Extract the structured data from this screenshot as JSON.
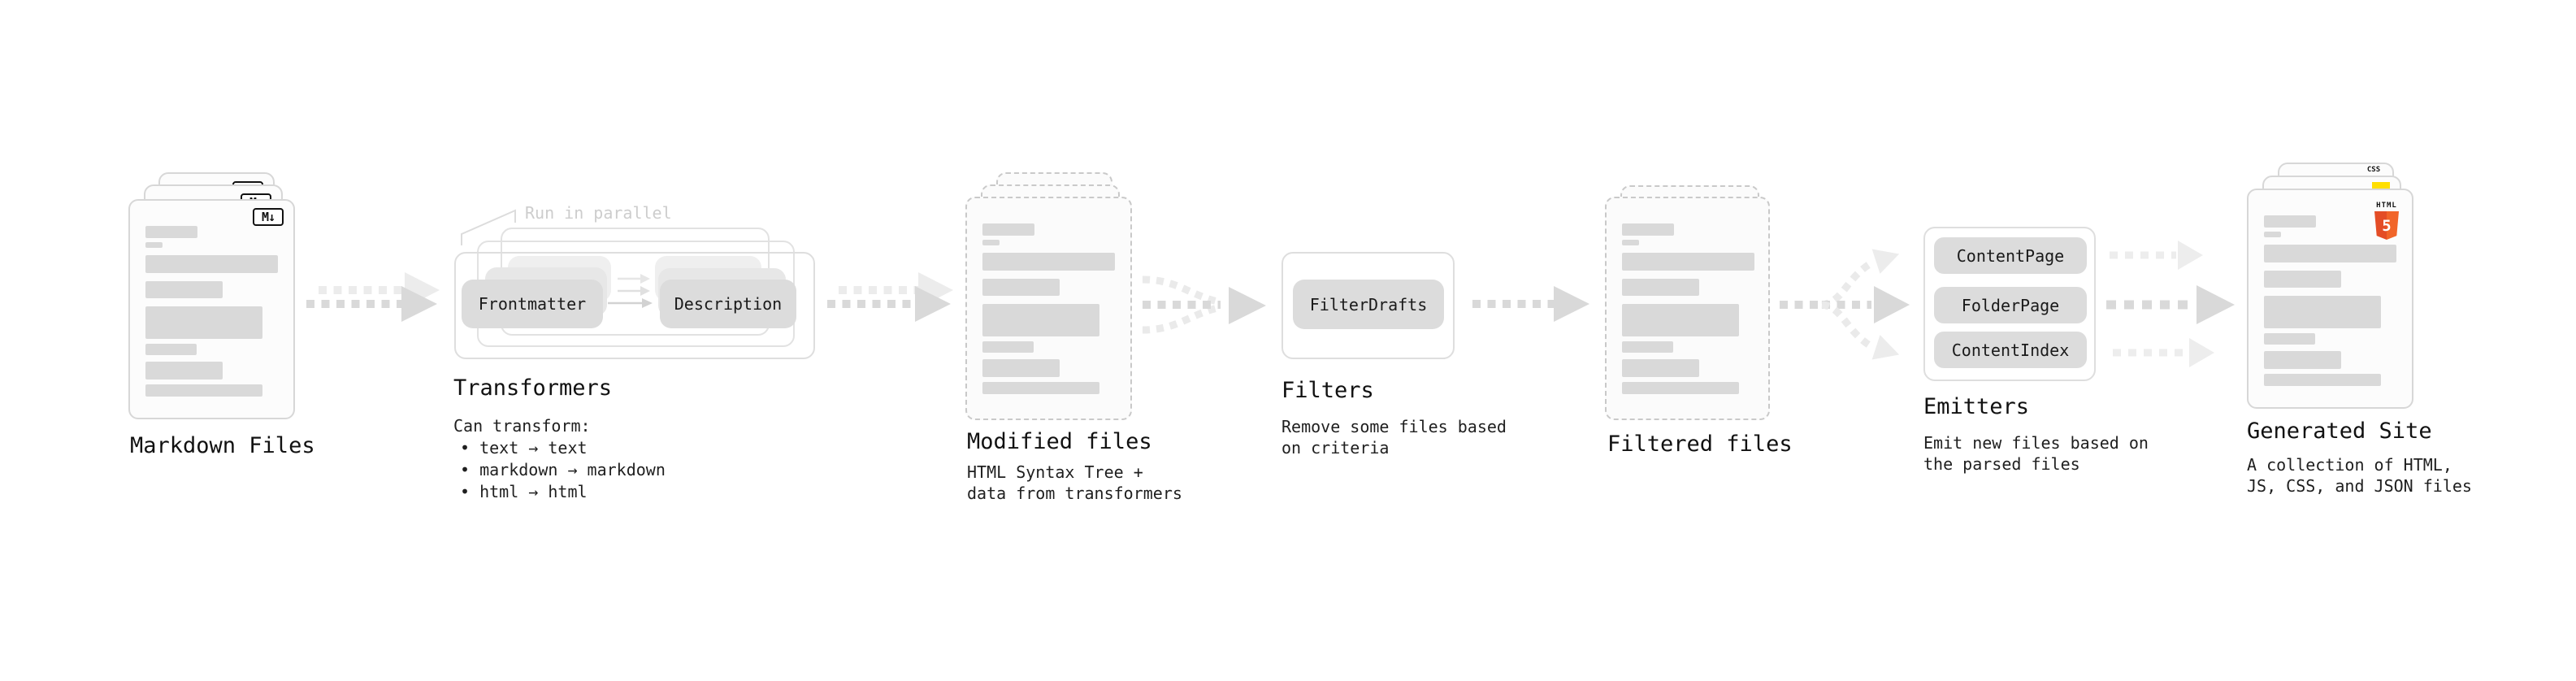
{
  "stages": {
    "markdown": {
      "label": "Markdown Files"
    },
    "transformers": {
      "label": "Transformers",
      "annotation": "Run in parallel",
      "pill_left": "Frontmatter",
      "pill_right": "Description",
      "desc_heading": "Can transform:",
      "bullets": [
        "• text → text",
        "• markdown → markdown",
        "• html → html"
      ]
    },
    "modified": {
      "label": "Modified files",
      "sublabel": "HTML Syntax Tree +\ndata from transformers"
    },
    "filters": {
      "label": "Filters",
      "sublabel": "Remove some files based\non criteria",
      "pill": "FilterDrafts"
    },
    "filtered": {
      "label": "Filtered files"
    },
    "emitters": {
      "label": "Emitters",
      "sublabel": "Emit new files based on\nthe parsed files",
      "pills": [
        "ContentPage",
        "FolderPage",
        "ContentIndex"
      ]
    },
    "generated": {
      "label": "Generated Site",
      "sublabel": "A collection of HTML,\nJS, CSS, and JSON files"
    }
  },
  "badges": {
    "markdown": "M↓",
    "css_label": "CSS",
    "html5_label": "HTML",
    "html5_number": "5"
  },
  "colors": {
    "page_bg": "#ffffff",
    "card_border": "#d7d7d7",
    "card_fill": "#fcfcfc",
    "placeholder_bar": "#d9d9d9",
    "pill_fill": "#dcdcdc",
    "arrow": "#d9d9d9",
    "arrow_light": "#ececec",
    "annotation_text": "#cdcdcd",
    "text": "#1a1a1a",
    "html5_orange": "#e44d26",
    "js_yellow": "#ffdf00",
    "css_blue": "#2760e8"
  }
}
